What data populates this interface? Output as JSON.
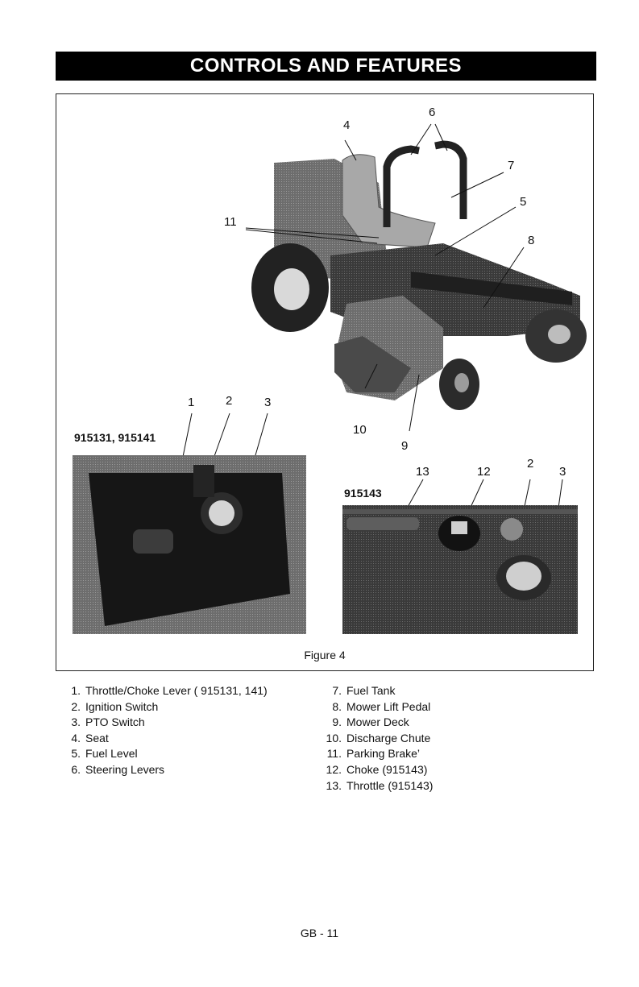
{
  "header": {
    "title": "CONTROLS AND FEATURES"
  },
  "figure": {
    "caption": "Figure 4",
    "model_left": "915131, 915141",
    "model_right": "915143",
    "callouts": {
      "c1": "1",
      "c2": "2",
      "c3": "3",
      "c4": "4",
      "c5": "5",
      "c6": "6",
      "c7": "7",
      "c8": "8",
      "c9": "9",
      "c10": "10",
      "c11": "11",
      "c12": "12",
      "c13": "13",
      "c2b": "2",
      "c3b": "3"
    }
  },
  "parts_left": [
    {
      "num": "1.",
      "label": "Throttle/Choke Lever ( 915131, 141)"
    },
    {
      "num": "2.",
      "label": "Ignition Switch"
    },
    {
      "num": "3.",
      "label": "PTO Switch"
    },
    {
      "num": "4.",
      "label": "Seat"
    },
    {
      "num": "5.",
      "label": "Fuel Level"
    },
    {
      "num": "6.",
      "label": "Steering Levers"
    }
  ],
  "parts_right": [
    {
      "num": "7.",
      "label": "Fuel Tank"
    },
    {
      "num": "8.",
      "label": "Mower Lift Pedal"
    },
    {
      "num": "9.",
      "label": "Mower Deck"
    },
    {
      "num": "10.",
      "label": "Discharge Chute"
    },
    {
      "num": "11.",
      "label": "Parking Brake’"
    },
    {
      "num": "12.",
      "label": "Choke (915143)"
    },
    {
      "num": "13.",
      "label": "Throttle (915143)"
    }
  ],
  "footer": {
    "page": "GB - 11"
  }
}
